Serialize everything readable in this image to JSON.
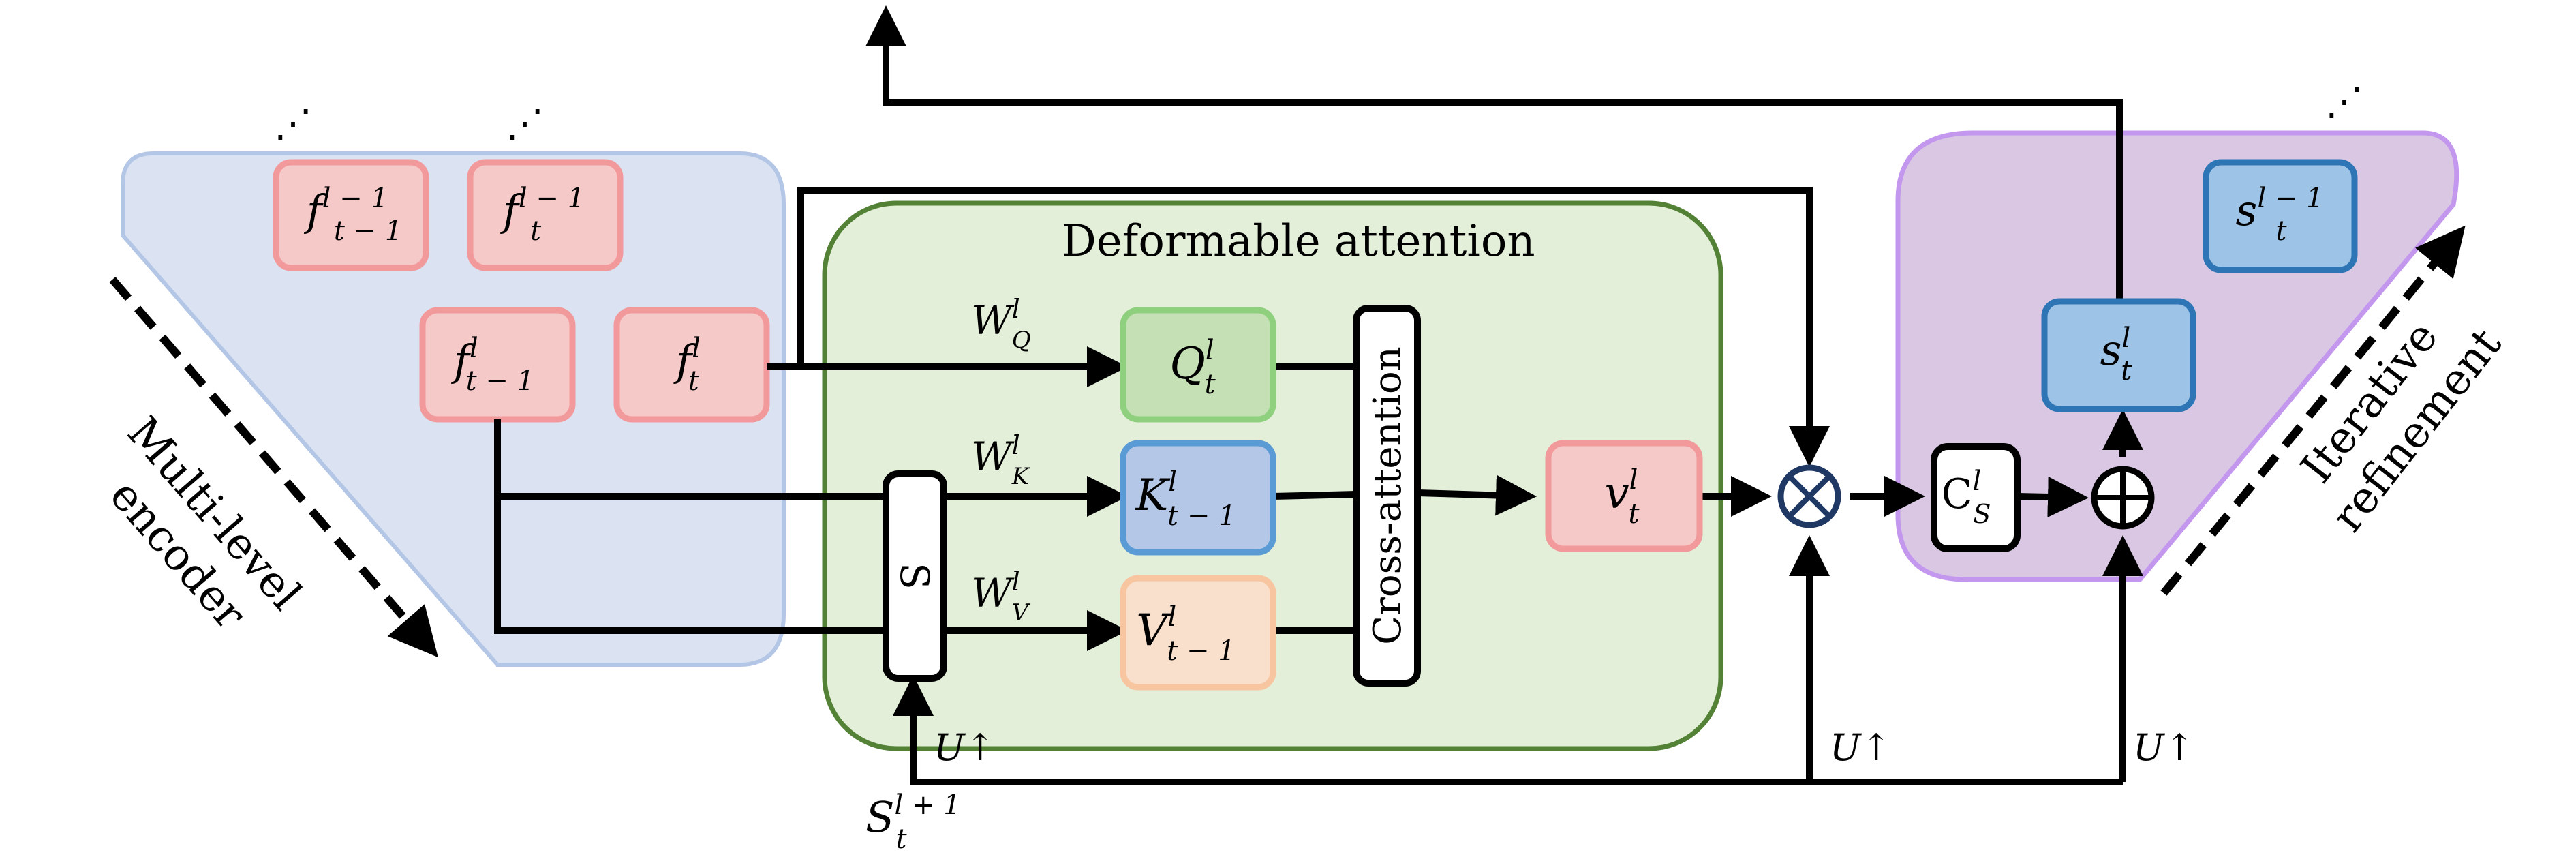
{
  "colors": {
    "encoder_fill": "#dbe3f3",
    "encoder_stroke": "#b3c6e5",
    "feature_fill": "#f6c9c9",
    "feature_stroke": "#f2999b",
    "attention_fill": "#e3efd9",
    "attention_stroke": "#538135",
    "query_fill": "#c5e0b4",
    "query_stroke": "#8fd07f",
    "key_fill": "#b4c7e7",
    "key_stroke": "#5b9bd5",
    "value_fill": "#f9e0cc",
    "value_stroke": "#f7c59f",
    "refine_fill": "#d9c7e3",
    "refine_stroke": "#c497ee",
    "seg_fill": "#9dc3e6",
    "seg_stroke": "#2e75b6",
    "line": "#000000",
    "op_stroke": "#1f3864"
  },
  "diagram": {
    "encoder": {
      "label_line1": "Multi-level",
      "label_line2": "encoder",
      "ellipsis_a": "⋰",
      "ellipsis_b": "⋰",
      "f_prev_prev": {
        "base": "f",
        "sup": "l − 1",
        "sub": "t − 1"
      },
      "f_prev_cur": {
        "base": "f",
        "sup": "l − 1",
        "sub": "t"
      },
      "f_cur_prev": {
        "base": "f",
        "sup": "l",
        "sub": "t − 1"
      },
      "f_cur_cur": {
        "base": "f",
        "sup": "l",
        "sub": "t"
      }
    },
    "attention": {
      "title": "Deformable attention",
      "query": {
        "base": "Q",
        "sup": "l",
        "sub": "t"
      },
      "key": {
        "base": "K",
        "sup": "l",
        "sub": "t − 1"
      },
      "value": {
        "base": "V",
        "sup": "l",
        "sub": "t − 1"
      },
      "wq": {
        "base": "W",
        "sup": "l",
        "sub": "Q"
      },
      "wk": {
        "base": "W",
        "sup": "l",
        "sub": "K"
      },
      "wv": {
        "base": "W",
        "sup": "l",
        "sub": "V"
      },
      "sampler": "S",
      "cross_attention": "Cross-attention"
    },
    "output": {
      "base": "v",
      "sup": "l",
      "sub": "t"
    },
    "ops": {
      "multiply": "⊗",
      "add": "⊕"
    },
    "conv": {
      "base": "C",
      "sup": "l",
      "sub": "S"
    },
    "refinement": {
      "label_line1": "Iterative",
      "label_line2": "refinement",
      "ellipsis": "⋰",
      "s_cur": {
        "base": "s",
        "sup": "l",
        "sub": "t"
      },
      "s_prev": {
        "base": "s",
        "sup": "l − 1",
        "sub": "t"
      }
    },
    "upsample_labels": [
      "U↑",
      "U↑",
      "U↑"
    ],
    "input": {
      "base": "S",
      "sup": "l + 1",
      "sub": "t"
    }
  }
}
